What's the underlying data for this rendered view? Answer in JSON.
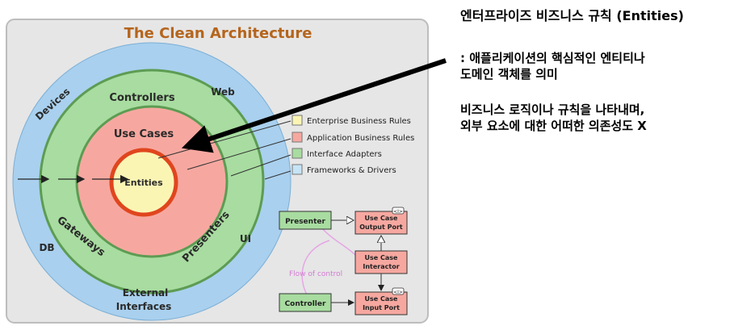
{
  "diagram": {
    "title": "The Clean Architecture",
    "layers": {
      "outer": [
        "Devices",
        "Web",
        "DB",
        "UI",
        "External",
        "Interfaces"
      ],
      "controllers": "Controllers",
      "gateways": "Gateways",
      "presenters": "Presenters",
      "use_cases": "Use Cases",
      "entities": "Entities"
    },
    "legend": [
      {
        "label": "Enterprise Business Rules",
        "color": "#fbf5b4"
      },
      {
        "label": "Application Business Rules",
        "color": "#f6a8a0"
      },
      {
        "label": "Interface Adapters",
        "color": "#a8dca0"
      },
      {
        "label": "Frameworks & Drivers",
        "color": "#c6e4f6"
      }
    ],
    "flow": {
      "presenter": "Presenter",
      "output_port": [
        "Use Case",
        "Output Port"
      ],
      "interactor": [
        "Use Case",
        "Interactor"
      ],
      "controller": "Controller",
      "input_port": [
        "Use Case",
        "Input Port"
      ],
      "flow_label": "Flow of control",
      "interface_tag": "<I>"
    },
    "colors": {
      "frame": "#e4e4e4",
      "outer_ring": "#a9d0ee",
      "adapters_ring": "#a8dca0",
      "use_case_ring": "#f6a8a0",
      "entities": "#fbf5b4",
      "entities_border": "#e0461e",
      "title": "#b5651d"
    }
  },
  "notes": {
    "title": "엔터프라이즈 비즈니스 규칙 (Entities)",
    "desc": [
      ": 애플리케이션의 핵심적인 엔티티나",
      "도메인 객체를 의미"
    ],
    "rule": [
      "비즈니스 로직이나 규칙을 나타내며,",
      "외부 요소에 대한 어떠한 의존성도 X"
    ]
  }
}
